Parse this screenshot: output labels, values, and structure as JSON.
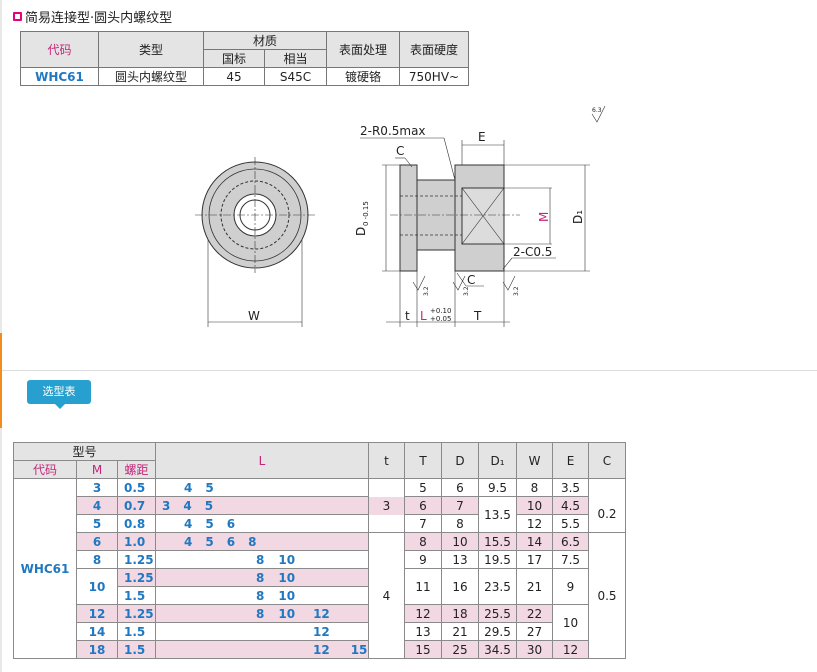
{
  "title": "简易连接型·圆头内螺纹型",
  "spec_table": {
    "h_code": "代码",
    "h_type": "类型",
    "h_material": "材质",
    "h_gb": "国标",
    "h_equiv": "相当",
    "h_surface": "表面处理",
    "h_hardness": "表面硬度",
    "code": "WHC61",
    "type": "圆头内螺纹型",
    "gb": "45",
    "equiv": "S45C",
    "surface": "镀硬铬",
    "hardness": "750HV~"
  },
  "drawing": {
    "chamfer_r": "2-R0.5max",
    "c1": "C",
    "c2": "C",
    "e": "E",
    "d": "D",
    "d_tol": "0\n-0.15",
    "m": "M",
    "d1": "D₁",
    "c05": "2-C0.5",
    "w": "W",
    "t_small": "t",
    "l": "L",
    "l_tol_up": "+0.10",
    "l_tol_dn": "+0.05",
    "t_big": "T",
    "rough1": "3.2",
    "rough2": "3.2",
    "rough3": "3.2",
    "rough_top": "6.3"
  },
  "badge": "选型表",
  "sel_headers": {
    "model": "型号",
    "code": "代码",
    "m": "M",
    "pitch": "螺距",
    "l": "L",
    "t": "t",
    "T": "T",
    "D": "D",
    "D1": "D₁",
    "W": "W",
    "E": "E",
    "C": "C"
  },
  "sel_code": "WHC61",
  "sel_rows": [
    {
      "m": "3",
      "p": "0.5",
      "l": [
        "4",
        "5"
      ],
      "T": "5",
      "D": "6",
      "D1": "9.5",
      "W": "8",
      "E": "3.5"
    },
    {
      "m": "4",
      "p": "0.7",
      "l": [
        "3",
        "4",
        "5"
      ],
      "T": "6",
      "D": "7",
      "D1": "13.5",
      "W": "10",
      "E": "4.5"
    },
    {
      "m": "5",
      "p": "0.8",
      "l": [
        "4",
        "5",
        "6"
      ],
      "T": "7",
      "D": "8",
      "D1": "",
      "W": "12",
      "E": "5.5"
    },
    {
      "m": "6",
      "p": "1.0",
      "l": [
        "4",
        "5",
        "6",
        "8"
      ],
      "T": "8",
      "D": "10",
      "D1": "15.5",
      "W": "14",
      "E": "6.5"
    },
    {
      "m": "8",
      "p": "1.25",
      "l": [
        "8",
        "10"
      ],
      "T": "9",
      "D": "13",
      "D1": "19.5",
      "W": "17",
      "E": "7.5"
    },
    {
      "m": "10",
      "p": "1.25",
      "l": [
        "8",
        "10"
      ],
      "T": "11",
      "D": "16",
      "D1": "23.5",
      "W": "21",
      "E": "9"
    },
    {
      "m": "",
      "p": "1.5",
      "l": [
        "8",
        "10"
      ],
      "T": "",
      "D": "",
      "D1": "",
      "W": "",
      "E": ""
    },
    {
      "m": "12",
      "p": "1.25",
      "l": [
        "8",
        "10",
        "12"
      ],
      "T": "12",
      "D": "18",
      "D1": "25.5",
      "W": "22",
      "E": "10"
    },
    {
      "m": "14",
      "p": "1.5",
      "l": [
        "12"
      ],
      "T": "13",
      "D": "21",
      "D1": "29.5",
      "W": "27",
      "E": ""
    },
    {
      "m": "18",
      "p": "1.5",
      "l": [
        "12",
        "15"
      ],
      "T": "15",
      "D": "25",
      "D1": "34.5",
      "W": "30",
      "E": "12"
    }
  ],
  "t_vals": [
    "3",
    "4"
  ],
  "c_vals": [
    "0.2",
    "0.5"
  ]
}
